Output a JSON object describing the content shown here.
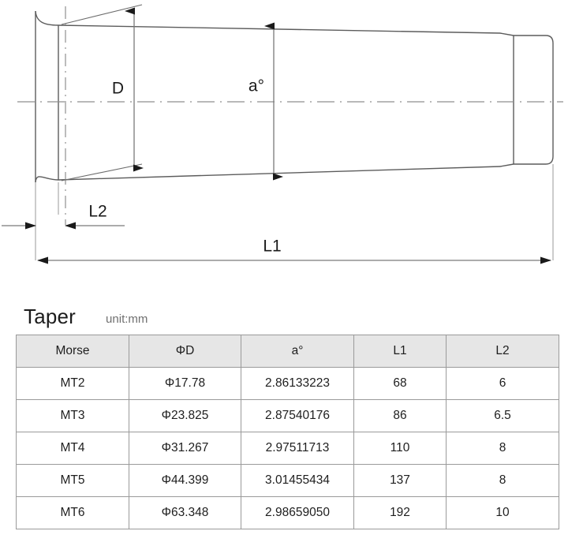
{
  "drawing": {
    "name": "morse-taper-cross-section",
    "dimension_labels": {
      "diameter": "D",
      "angle": "a°",
      "overall_length": "L1",
      "flange_length": "L2"
    },
    "colors": {
      "outline": "#5c5c5c",
      "centerline": "#8f8f8f",
      "dimension_line": "#7a7a7a",
      "arrow_fill": "#1a1a1a",
      "label_text": "#1a1a1a"
    }
  },
  "table": {
    "title": "Taper",
    "unit_note": "unit:mm",
    "columns": [
      "Morse",
      "ΦD",
      "a°",
      "L1",
      "L2"
    ],
    "rows": [
      {
        "morse": "MT2",
        "diameter": "Φ17.78",
        "angle": "2.86133223",
        "l1": "68",
        "l2": "6"
      },
      {
        "morse": "MT3",
        "diameter": "Φ23.825",
        "angle": "2.87540176",
        "l1": "86",
        "l2": "6.5"
      },
      {
        "morse": "MT4",
        "diameter": "Φ31.267",
        "angle": "2.97511713",
        "l1": "110",
        "l2": "8"
      },
      {
        "morse": "MT5",
        "diameter": "Φ44.399",
        "angle": "3.01455434",
        "l1": "137",
        "l2": "8"
      },
      {
        "morse": "MT6",
        "diameter": "Φ63.348",
        "angle": "2.98659050",
        "l1": "192",
        "l2": "10"
      }
    ],
    "colors": {
      "header_background": "#e6e6e6",
      "border": "#9a9a9a",
      "cell_background": "#ffffff",
      "text": "#1e1e1e",
      "unit_note_text": "#6f6f6f"
    }
  }
}
